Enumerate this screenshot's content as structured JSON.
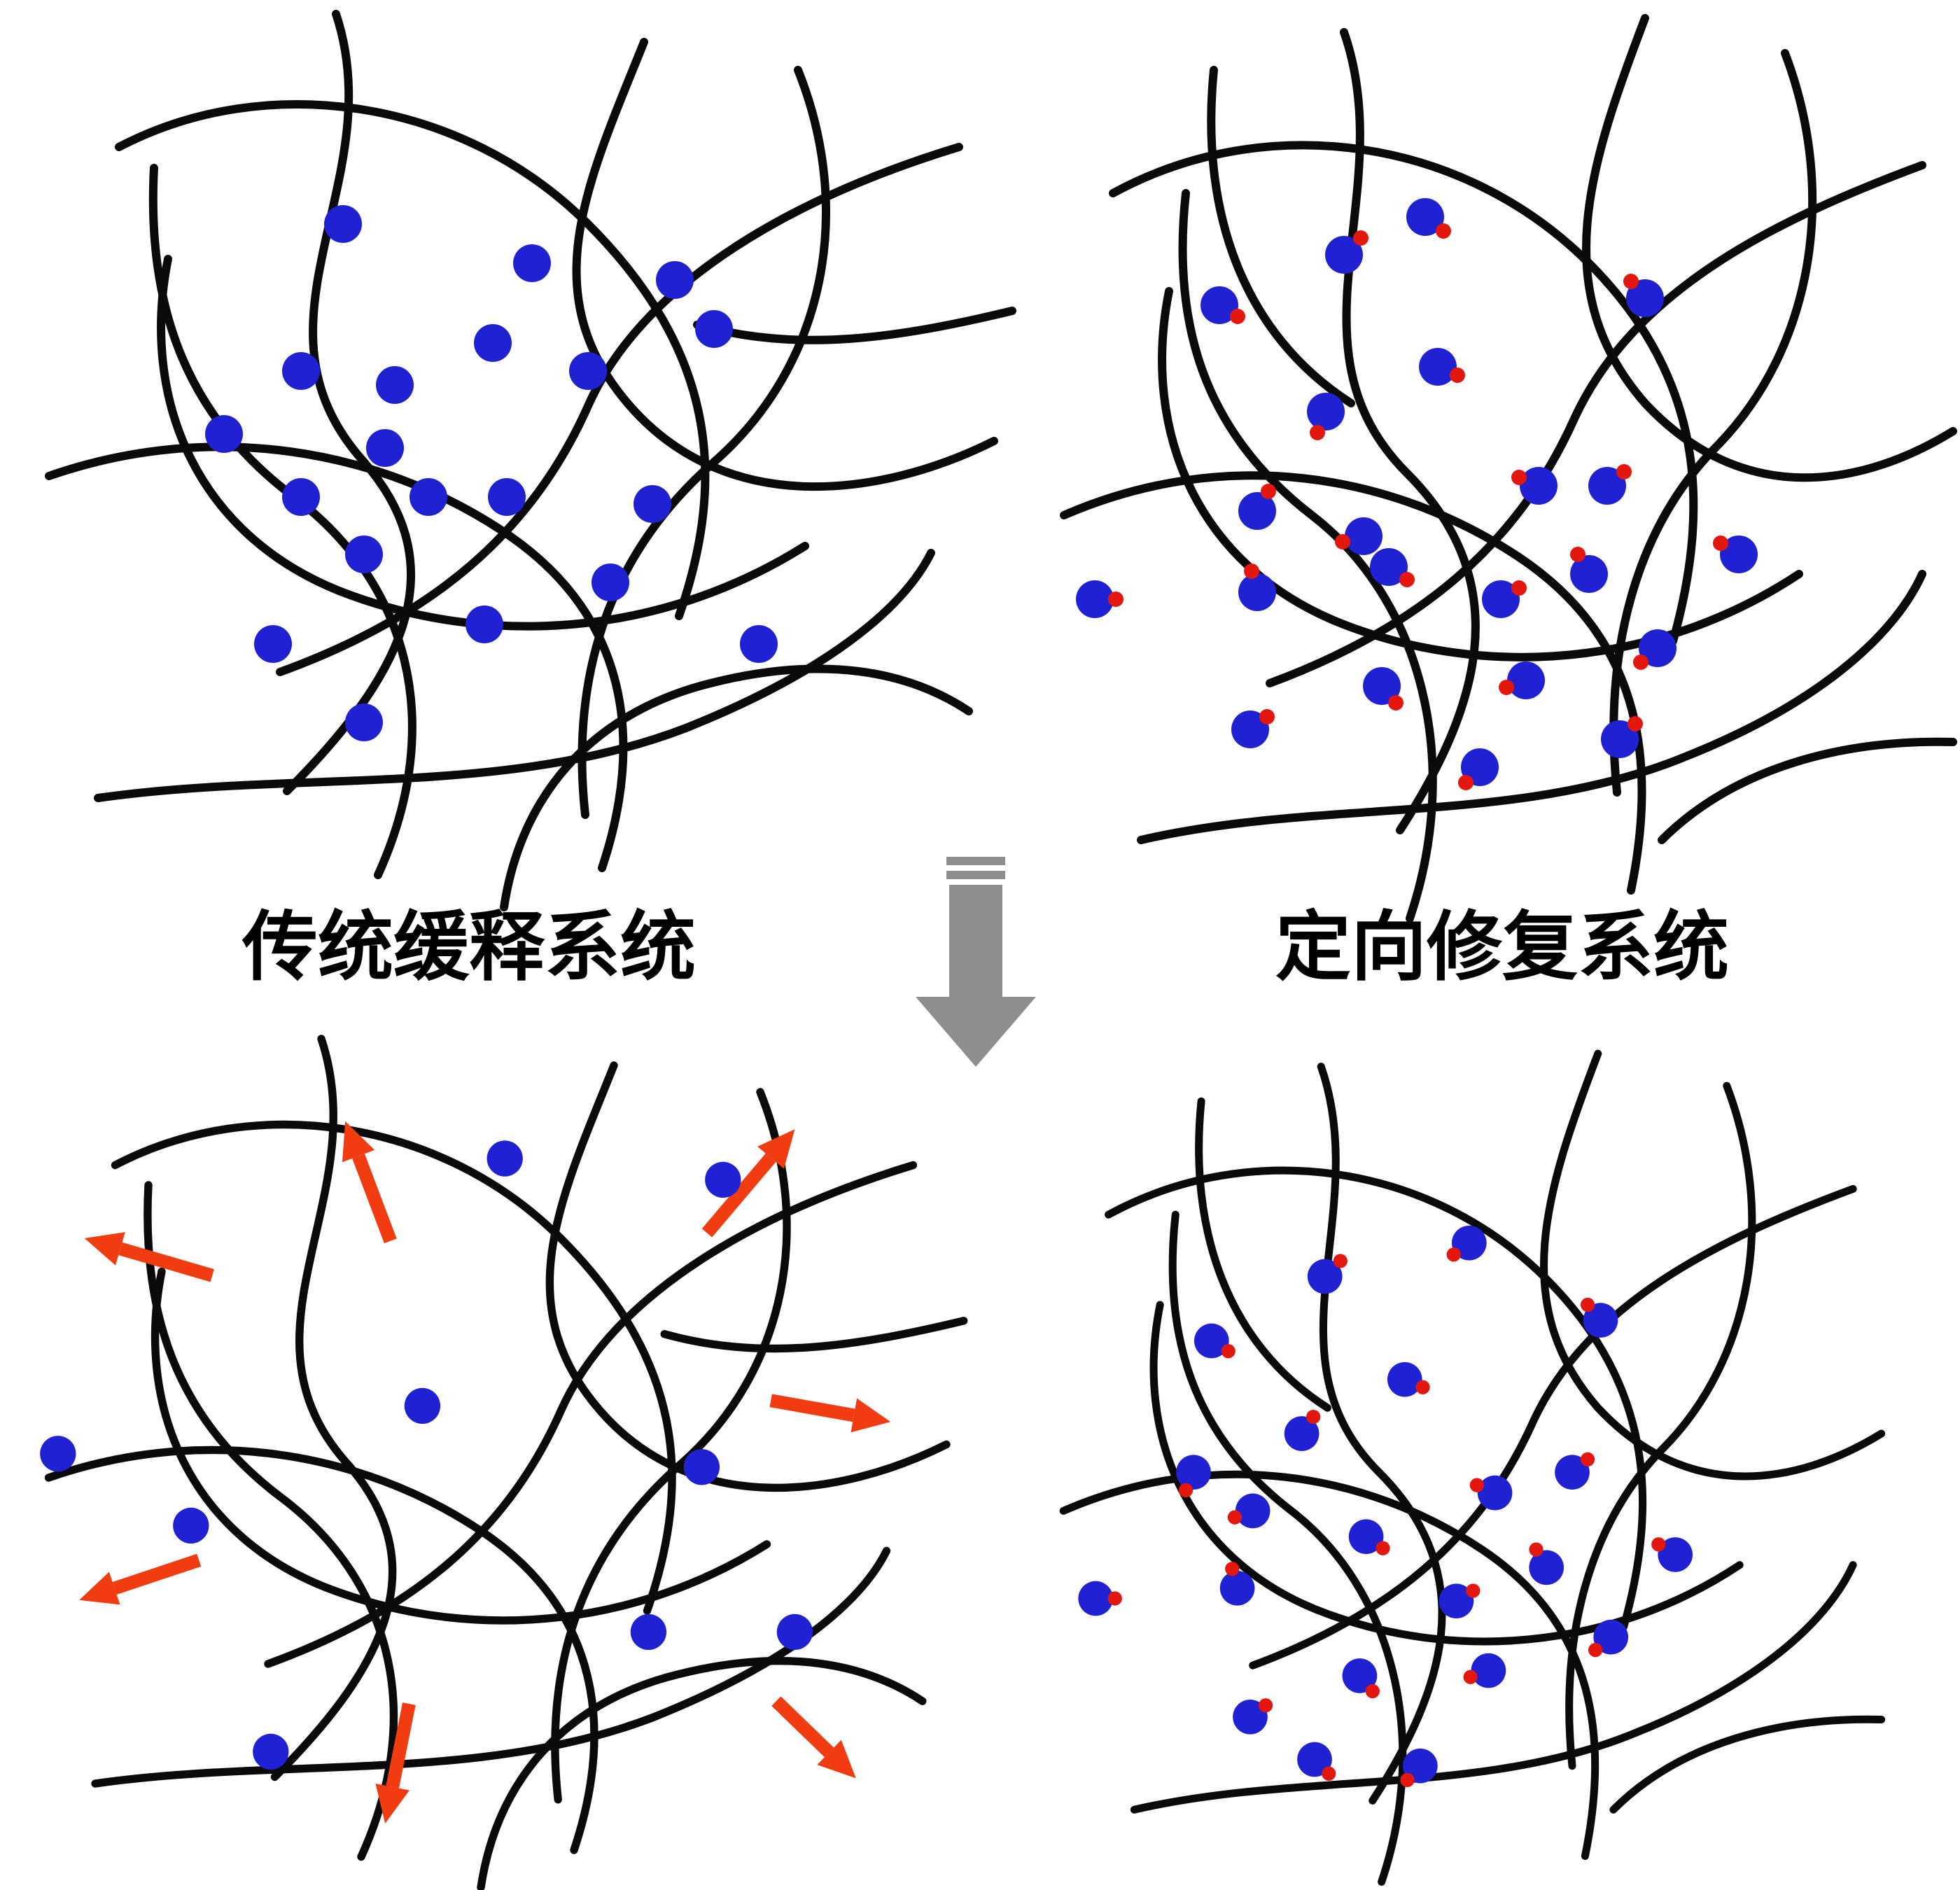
{
  "labels": {
    "traditional": "传统缓释系统",
    "targeted": "定向修复系统"
  },
  "colors": {
    "chain": "#0a0a0a",
    "drug": "#2121d4",
    "anchor": "#e3170d",
    "release_arrow": "#f03c10",
    "process_arrow": "#8e8e8e",
    "background": "#ffffff"
  },
  "panels": {
    "top_left": {
      "name": "traditional-loaded-network",
      "curves": [
        "M210,0 C250,120 140,220 230,320 C300,400 250,480 175,555",
        "M55,95 C160,40 300,60 390,150 C480,240 490,330 455,430",
        "M430,20 C390,120 350,200 420,280 C490,360 600,345 680,305",
        "M5,330 C120,290 240,310 330,370 C420,430 430,520 400,610",
        "M655,95 C540,130 430,190 390,280 C350,370 280,430 170,470",
        "M90,175 C70,275 110,375 220,415 C330,455 450,440 545,380",
        "M240,615 C290,505 260,405 180,345 C100,285 75,205 80,110",
        "M40,560 C180,540 330,560 460,510 C560,470 615,425 635,385",
        "M540,40 C580,140 560,250 480,320 C400,390 378,480 388,572",
        "M693,212 C610,232 540,242 468,222",
        "M330,638 C342,558 392,502 470,480 C558,456 620,470 662,498"
      ],
      "dots": [
        [
          215,
          150
        ],
        [
          350,
          178
        ],
        [
          452,
          190
        ],
        [
          480,
          225
        ],
        [
          322,
          235
        ],
        [
          185,
          255
        ],
        [
          252,
          265
        ],
        [
          390,
          255
        ],
        [
          130,
          300
        ],
        [
          245,
          310
        ],
        [
          185,
          345
        ],
        [
          276,
          345
        ],
        [
          332,
          345
        ],
        [
          436,
          350
        ],
        [
          230,
          386
        ],
        [
          406,
          406
        ],
        [
          316,
          436
        ],
        [
          165,
          450
        ],
        [
          512,
          450
        ],
        [
          230,
          506
        ]
      ],
      "arrows": []
    },
    "top_right": {
      "name": "targeted-loaded-network",
      "curves": [
        "M205,15 C245,130 160,240 250,330 C330,410 300,500 245,585",
        "M40,130 C150,70 290,90 380,180 C460,260 468,350 440,450",
        "M420,5 C380,110 350,200 420,280 C490,355 575,340 640,300",
        "M5,360 C120,310 240,330 330,390 C420,450 428,540 410,628",
        "M618,110 C510,150 412,200 370,290 C330,380 260,440 152,480",
        "M80,200 C60,300 100,400 210,440 C320,480 440,462 530,402",
        "M252,648 C290,535 260,420 182,360 C104,300 82,222 92,130",
        "M60,592 C190,562 330,582 450,532 C550,492 600,442 618,402",
        "M520,30 C558,130 540,240 472,310 C412,370 390,460 400,558",
        "M640,522 C562,520 484,540 432,592",
        "M112,42 C102,142 132,230 210,280"
      ],
      "dots": [
        [
          205,
          174,
          12,
          -12
        ],
        [
          263,
          147,
          13,
          10
        ],
        [
          116,
          210,
          13,
          8
        ],
        [
          420,
          205,
          -10,
          -12
        ],
        [
          272,
          254,
          14,
          6
        ],
        [
          192,
          286,
          -6,
          15
        ],
        [
          143,
          357,
          8,
          -14
        ],
        [
          344,
          339,
          -14,
          -6
        ],
        [
          393,
          339,
          12,
          -10
        ],
        [
          219,
          375,
          -15,
          4
        ],
        [
          237,
          397,
          13,
          9
        ],
        [
          380,
          402,
          -8,
          -14
        ],
        [
          487,
          388,
          -13,
          -8
        ],
        [
          27,
          420,
          15,
          0
        ],
        [
          143,
          415,
          -4,
          -15
        ],
        [
          317,
          420,
          13,
          -8
        ],
        [
          429,
          455,
          -12,
          10
        ],
        [
          232,
          482,
          10,
          12
        ],
        [
          335,
          478,
          -14,
          5
        ],
        [
          138,
          513,
          12,
          -9
        ],
        [
          302,
          540,
          -10,
          11
        ],
        [
          402,
          520,
          11,
          -11
        ]
      ],
      "arrows": []
    },
    "bottom_left": {
      "name": "traditional-released-network",
      "curves": [
        "M210,0 C250,120 140,220 230,320 C300,400 250,480 175,555",
        "M55,95 C160,40 300,60 390,150 C480,240 490,330 455,430",
        "M430,20 C390,120 350,200 420,280 C490,360 600,345 680,305",
        "M5,330 C120,290 240,310 330,370 C420,430 430,520 400,610",
        "M655,95 C540,130 430,190 390,280 C350,370 280,430 170,470",
        "M90,175 C70,275 110,375 220,415 C330,455 450,440 545,380",
        "M240,615 C290,505 260,405 180,345 C100,285 75,205 80,110",
        "M40,560 C180,540 330,560 460,510 C560,470 615,425 635,385",
        "M540,40 C580,140 560,250 480,320 C400,390 378,480 388,572",
        "M693,212 C610,232 540,242 468,222",
        "M330,638 C342,558 392,502 470,480 C558,456 620,470 662,498"
      ],
      "dots": [
        [
          348,
          90
        ],
        [
          512,
          106
        ],
        [
          12,
          312
        ],
        [
          286,
          276
        ],
        [
          496,
          322
        ],
        [
          112,
          366
        ],
        [
          456,
          446
        ],
        [
          566,
          446
        ],
        [
          172,
          536
        ]
      ],
      "arrows": [
        [
          262,
          152,
          228,
          62
        ],
        [
          500,
          146,
          566,
          68
        ],
        [
          128,
          178,
          32,
          150
        ],
        [
          548,
          272,
          638,
          288
        ],
        [
          118,
          392,
          28,
          422
        ],
        [
          276,
          500,
          258,
          590
        ],
        [
          552,
          498,
          612,
          556
        ]
      ]
    },
    "bottom_right": {
      "name": "targeted-retained-network",
      "curves": [
        "M205,15 C245,130 160,240 250,330 C330,410 300,500 245,585",
        "M40,130 C150,70 290,90 380,180 C460,260 468,350 440,450",
        "M420,5 C380,110 350,200 420,280 C490,355 575,340 640,300",
        "M5,360 C120,310 240,330 330,390 C420,450 428,540 410,628",
        "M618,110 C510,150 412,200 370,290 C330,380 260,440 152,480",
        "M80,200 C60,300 100,400 210,440 C320,480 440,462 530,402",
        "M252,648 C290,535 260,420 182,360 C104,300 82,222 92,130",
        "M60,592 C190,562 330,582 450,532 C550,492 600,442 618,402",
        "M520,30 C558,130 540,240 472,310 C412,370 390,460 400,558",
        "M640,522 C562,520 484,540 432,592",
        "M112,42 C102,142 132,230 210,280"
      ],
      "dots": [
        [
          208,
          178,
          12,
          -12
        ],
        [
          320,
          152,
          -12,
          9
        ],
        [
          120,
          228,
          13,
          8
        ],
        [
          422,
          212,
          -10,
          -12
        ],
        [
          270,
          258,
          14,
          6
        ],
        [
          106,
          330,
          -6,
          14
        ],
        [
          190,
          300,
          9,
          -13
        ],
        [
          340,
          346,
          -14,
          -6
        ],
        [
          400,
          330,
          12,
          -10
        ],
        [
          152,
          360,
          -14,
          5
        ],
        [
          240,
          380,
          13,
          9
        ],
        [
          380,
          404,
          -8,
          -14
        ],
        [
          480,
          394,
          -13,
          -8
        ],
        [
          30,
          428,
          15,
          0
        ],
        [
          140,
          420,
          -4,
          -15
        ],
        [
          310,
          430,
          13,
          -8
        ],
        [
          430,
          458,
          -12,
          10
        ],
        [
          235,
          488,
          10,
          12
        ],
        [
          335,
          484,
          -14,
          5
        ],
        [
          150,
          520,
          12,
          -9
        ],
        [
          282,
          558,
          -10,
          11
        ],
        [
          200,
          553,
          11,
          11
        ]
      ],
      "arrows": []
    }
  }
}
